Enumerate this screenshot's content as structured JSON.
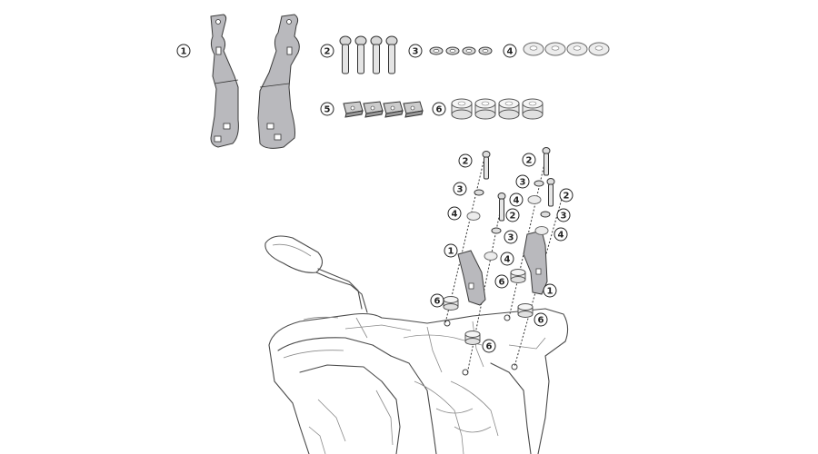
{
  "callouts": {
    "c1": "1",
    "c2": "2",
    "c3": "3",
    "c4": "4",
    "c5": "5",
    "c6": "6"
  },
  "colors": {
    "bracket": "#b9b9bd",
    "outline": "#3a3a3a",
    "washer": "#ececec",
    "background": "#ffffff"
  }
}
